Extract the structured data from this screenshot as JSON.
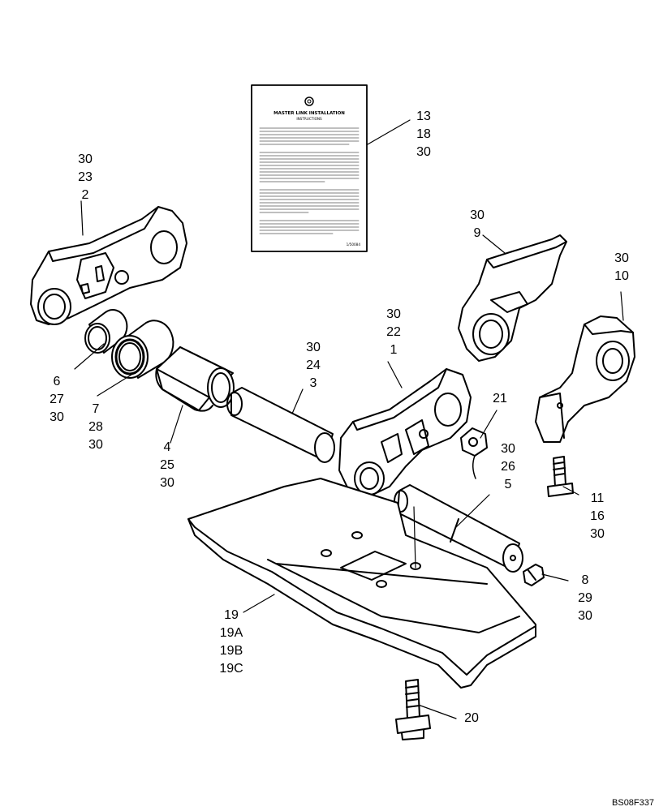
{
  "callouts": [
    {
      "id": "c13",
      "nums": [
        "13",
        "18",
        "30"
      ]
    },
    {
      "id": "c2",
      "nums": [
        "30",
        "23",
        "2"
      ]
    },
    {
      "id": "c9",
      "nums": [
        "30",
        "9"
      ]
    },
    {
      "id": "c10",
      "nums": [
        "30",
        "10"
      ]
    },
    {
      "id": "c1",
      "nums": [
        "30",
        "22",
        "1"
      ]
    },
    {
      "id": "c3",
      "nums": [
        "30",
        "24",
        "3"
      ]
    },
    {
      "id": "c21",
      "nums": [
        "21"
      ]
    },
    {
      "id": "c5",
      "nums": [
        "30",
        "26",
        "5"
      ]
    },
    {
      "id": "c6",
      "nums": [
        "6",
        "27",
        "30"
      ]
    },
    {
      "id": "c7",
      "nums": [
        "7",
        "28",
        "30"
      ]
    },
    {
      "id": "c4",
      "nums": [
        "4",
        "25",
        "30"
      ]
    },
    {
      "id": "c11",
      "nums": [
        "11",
        "16",
        "30"
      ]
    },
    {
      "id": "c8",
      "nums": [
        "8",
        "29",
        "30"
      ]
    },
    {
      "id": "c19",
      "nums": [
        "19",
        "19A",
        "19B",
        "19C"
      ]
    },
    {
      "id": "c20",
      "nums": [
        "20"
      ]
    }
  ],
  "decal": {
    "title": "MASTER LINK INSTALLATION",
    "subtitle": "INSTRUCTIONS",
    "code": "1/50084"
  },
  "reference_code": "BS08F337"
}
